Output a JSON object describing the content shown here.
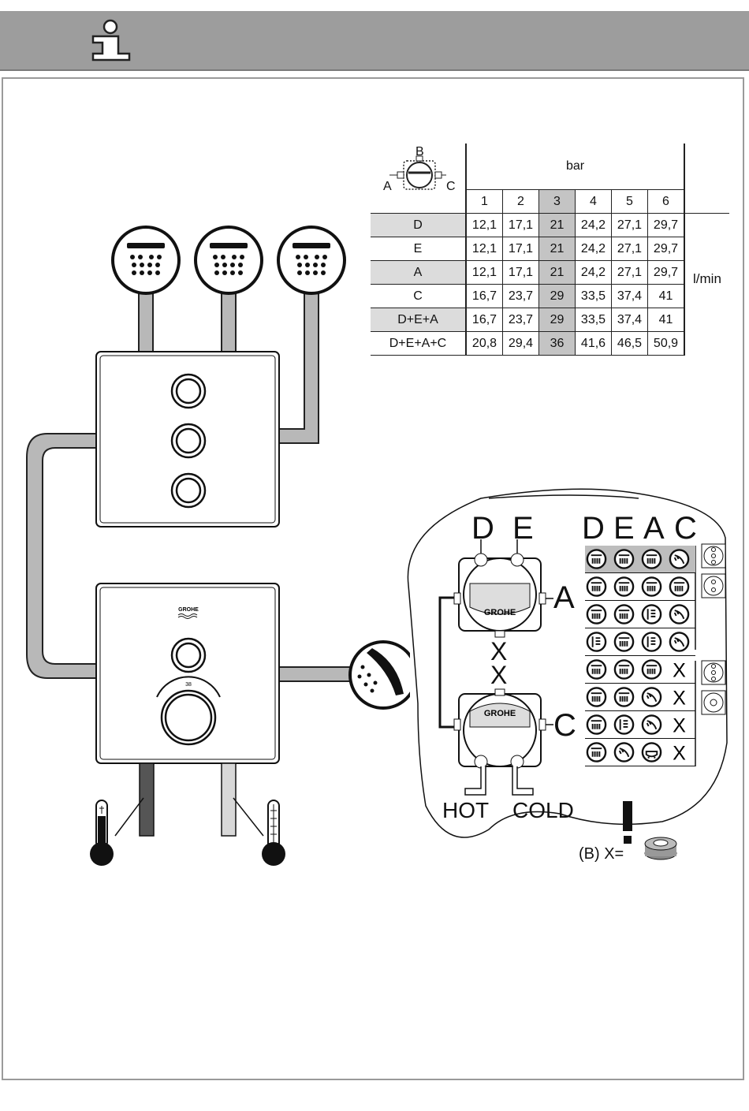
{
  "flow_table": {
    "bar_label": "bar",
    "unit": "l/min",
    "pressures": [
      "1",
      "2",
      "3",
      "4",
      "5",
      "6"
    ],
    "highlight_column": "3",
    "connection_labels": {
      "top": "B",
      "left": "A",
      "right": "C"
    },
    "rows": [
      {
        "label": "D",
        "values": [
          "12,1",
          "17,1",
          "21",
          "24,2",
          "27,1",
          "29,7"
        ]
      },
      {
        "label": "E",
        "values": [
          "12,1",
          "17,1",
          "21",
          "24,2",
          "27,1",
          "29,7"
        ]
      },
      {
        "label": "A",
        "values": [
          "12,1",
          "17,1",
          "21",
          "24,2",
          "27,1",
          "29,7"
        ]
      },
      {
        "label": "C",
        "values": [
          "16,7",
          "23,7",
          "29",
          "33,5",
          "37,4",
          "41"
        ]
      },
      {
        "label": "D+E+A",
        "values": [
          "16,7",
          "23,7",
          "29",
          "33,5",
          "37,4",
          "41"
        ]
      },
      {
        "label": "D+E+A+C",
        "values": [
          "20,8",
          "29,4",
          "36",
          "41,6",
          "46,5",
          "50,9"
        ]
      }
    ]
  },
  "control_panel": {
    "brand": "GROHE",
    "dial_value": "38"
  },
  "detail": {
    "top_outlets": [
      "D",
      "E"
    ],
    "column_headers": [
      "D",
      "E",
      "A",
      "C"
    ],
    "side_outlet_upper": "A",
    "side_outlet_lower": "C",
    "plug_marks": [
      "X",
      "X"
    ],
    "hot_label": "HOT",
    "cold_label": "COLD",
    "brand_upper": "GROHE",
    "brand_lower": "GROHE",
    "row_x_mark": "X",
    "plug_note": "(B) X=",
    "icon_rows": [
      [
        "rain-shower-icon",
        "rain-shower-icon",
        "rain-shower-icon",
        "hand-shower-icon"
      ],
      [
        "rain-shower-icon",
        "rain-shower-icon",
        "rain-shower-icon",
        "rain-shower-icon"
      ],
      [
        "rain-shower-icon",
        "rain-shower-icon",
        "body-jet-icon",
        "hand-shower-icon"
      ],
      [
        "body-jet-icon",
        "rain-shower-icon",
        "body-jet-icon",
        "hand-shower-icon"
      ],
      [
        "rain-shower-icon",
        "rain-shower-icon",
        "rain-shower-icon",
        "plug-x"
      ],
      [
        "rain-shower-icon",
        "rain-shower-icon",
        "hand-shower-icon",
        "plug-x"
      ],
      [
        "rain-shower-icon",
        "body-jet-icon",
        "hand-shower-icon",
        "plug-x"
      ],
      [
        "rain-shower-icon",
        "hand-shower-icon",
        "bathtub-icon",
        "plug-x"
      ]
    ]
  }
}
